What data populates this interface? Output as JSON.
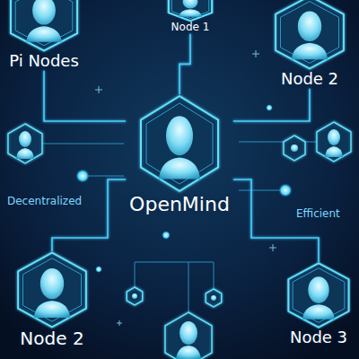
{
  "diagram": {
    "nodes": [
      {
        "text": [
          "Pi Nodes"
        ]
      },
      {
        "text": [
          "Node 1"
        ]
      },
      {
        "text": [
          "Node 2"
        ]
      },
      {
        "text": [
          "OpenMind"
        ]
      },
      {
        "text": [
          "Node 2"
        ]
      },
      {
        "text": [
          "Node 3"
        ]
      }
    ],
    "edges": [
      {
        "from": 3,
        "to": 0,
        "arrow": "none"
      },
      {
        "from": 3,
        "to": 1,
        "arrow": "none"
      },
      {
        "from": 3,
        "to": 2,
        "arrow": "none"
      },
      {
        "from": 3,
        "to": 4,
        "arrow": "none"
      },
      {
        "from": 3,
        "to": 5,
        "arrow": "none"
      }
    ],
    "labels": [
      "Decentralized",
      "Efficient"
    ]
  }
}
